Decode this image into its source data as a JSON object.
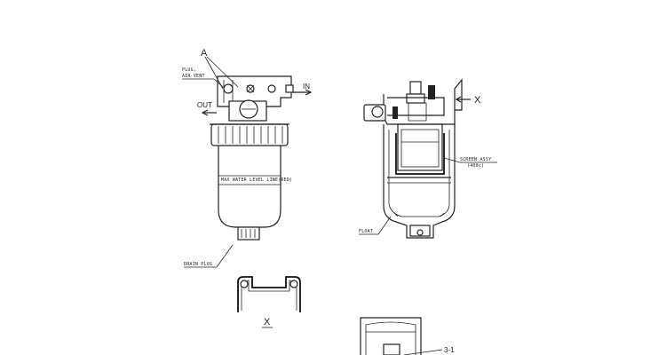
{
  "diagram": {
    "labels": {
      "callout_a": "A",
      "plug_air_vent_line1": "PLUG,",
      "plug_air_vent_line2": "AIR VENT",
      "in_port": "IN",
      "out_port": "OUT",
      "max_water_level": "MAX WATER LEVEL LINE(RED)",
      "drain_plug": "DRAIN PLUG",
      "view_x_label": "X",
      "view_x_arrow": "X",
      "screen_assy_line1": "SCREEN ASSY",
      "screen_assy_line2": "(400c)",
      "float": "FLOAT",
      "part_3_1": "3-1"
    }
  }
}
